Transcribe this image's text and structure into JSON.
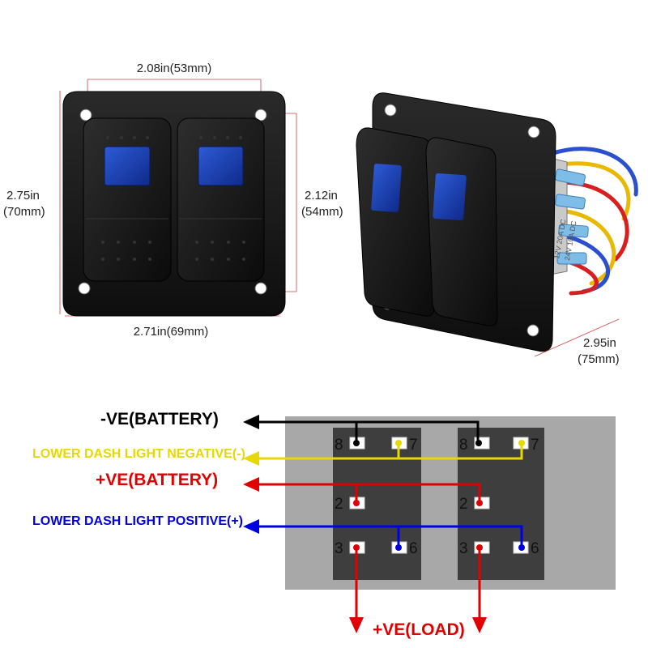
{
  "dimensions": {
    "top_width": "2.08in(53mm)",
    "bottom_width": "2.71in(69mm)",
    "left_height_in": "2.75in",
    "left_height_mm": "(70mm)",
    "right_height_in": "2.12in",
    "right_height_mm": "(54mm)",
    "depth_in": "2.95in",
    "depth_mm": "(75mm)"
  },
  "switch_side_print": {
    "line1": "12V 20A DC",
    "line2": "24V 10A DC"
  },
  "wiring": {
    "labels": {
      "neg_battery": "-VE(BATTERY)",
      "lower_dash_negative": "LOWER DASH LIGHT NEGATIVE(-)",
      "pos_battery": "+VE(BATTERY)",
      "lower_dash_positive": "LOWER DASH LIGHT POSITIVE(+)",
      "pos_load": "+VE(LOAD)"
    },
    "pins": {
      "p8": "8",
      "p7": "7",
      "p2": "2",
      "p3": "3",
      "p6": "6"
    },
    "colors": {
      "neg_battery": "#000000",
      "lower_dash_negative": "#e6d800",
      "pos_battery": "#e00000",
      "lower_dash_positive": "#0000e0",
      "pos_load": "#e00000"
    }
  }
}
